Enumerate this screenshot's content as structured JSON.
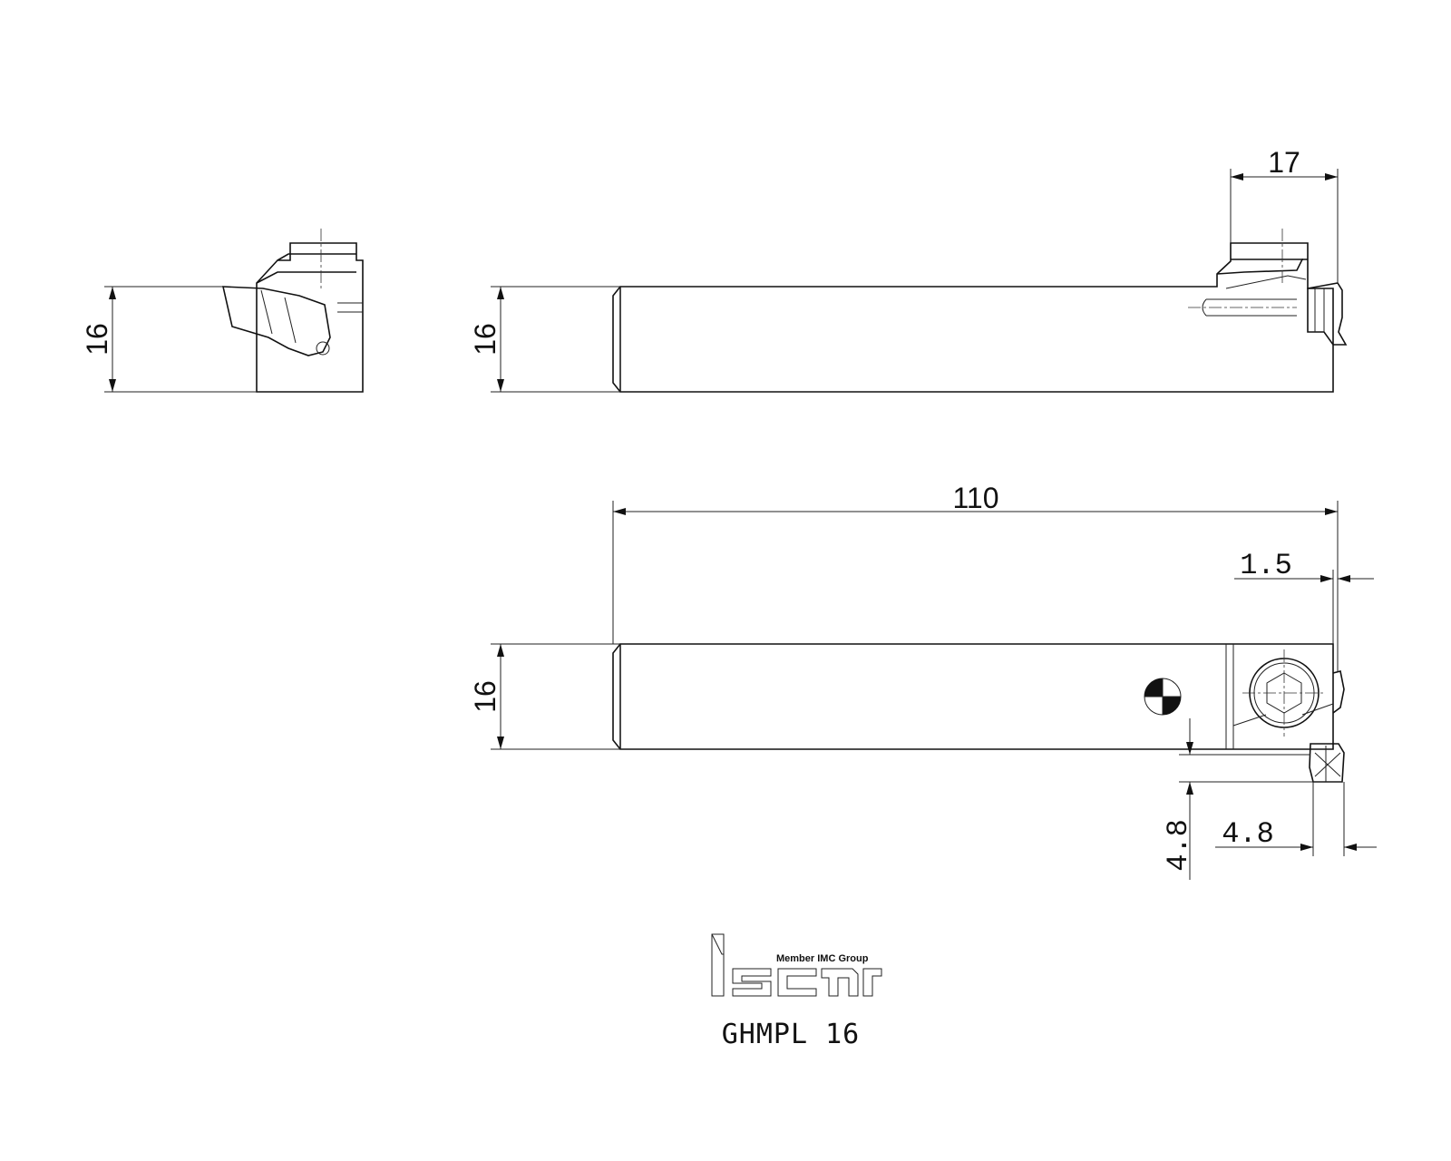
{
  "drawing": {
    "model": "GHMPL 16",
    "logo": {
      "subtitle": "Member IMC Group",
      "wordmark": "iscar"
    },
    "dimensions": {
      "end_view_height": "16",
      "side_view_height": "16",
      "side_view_head_length": "17",
      "top_view_height": "16",
      "overall_length": "110",
      "offset_1": "1.5",
      "offset_vertical": "4.8",
      "offset_horizontal": "4.8"
    }
  }
}
